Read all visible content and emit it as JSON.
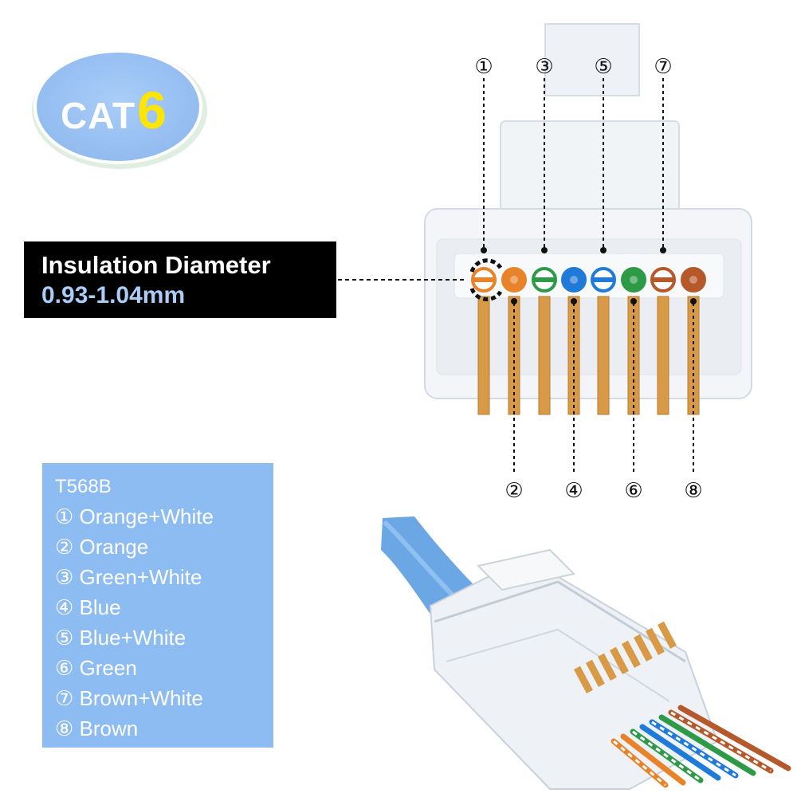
{
  "badge": {
    "cat": "CAT",
    "number": "6"
  },
  "insulation": {
    "title": "Insulation Diameter",
    "value": "0.93-1.04mm"
  },
  "pin_labels": [
    "①",
    "②",
    "③",
    "④",
    "⑤",
    "⑥",
    "⑦",
    "⑧"
  ],
  "pins": [
    {
      "label": "①",
      "color": "#e8832a",
      "striped": true
    },
    {
      "label": "②",
      "color": "#e8832a",
      "striped": false
    },
    {
      "label": "③",
      "color": "#2e9a48",
      "striped": true
    },
    {
      "label": "④",
      "color": "#1f7ad8",
      "striped": false
    },
    {
      "label": "⑤",
      "color": "#1f7ad8",
      "striped": true
    },
    {
      "label": "⑥",
      "color": "#2e9a48",
      "striped": false
    },
    {
      "label": "⑦",
      "color": "#b5582a",
      "striped": true
    },
    {
      "label": "⑧",
      "color": "#b5582a",
      "striped": false
    }
  ],
  "legend": {
    "title": "T568B",
    "items": [
      "① Orange+White",
      "② Orange",
      "③ Green+White",
      "④ Blue",
      "⑤ Blue+White",
      "⑥ Green",
      "⑦ Brown+White",
      "⑧ Brown"
    ]
  },
  "colors": {
    "badge_blue": "#9dc3f4",
    "legend_bg": "#8dbcf2",
    "badge_number": "#ffe600",
    "cable_blue": "#6aa7e4",
    "gold": "#d89a46"
  }
}
